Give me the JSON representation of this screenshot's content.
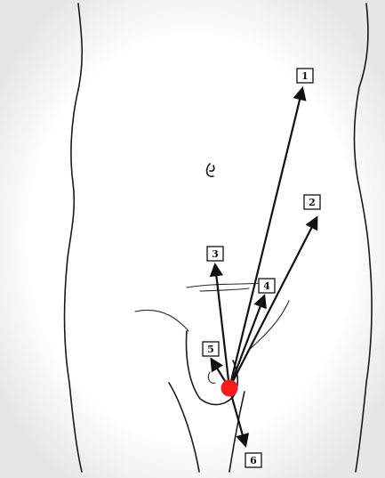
{
  "diagram": {
    "labels": [
      {
        "id": "1",
        "text": "1"
      },
      {
        "id": "2",
        "text": "2"
      },
      {
        "id": "3",
        "text": "3"
      },
      {
        "id": "4",
        "text": "4"
      },
      {
        "id": "5",
        "text": "5"
      },
      {
        "id": "6",
        "text": "6"
      }
    ],
    "colors": {
      "origin_marker": "#ff1a1a",
      "arrows": "#111111",
      "body_outline": "#1a1a1a"
    }
  }
}
